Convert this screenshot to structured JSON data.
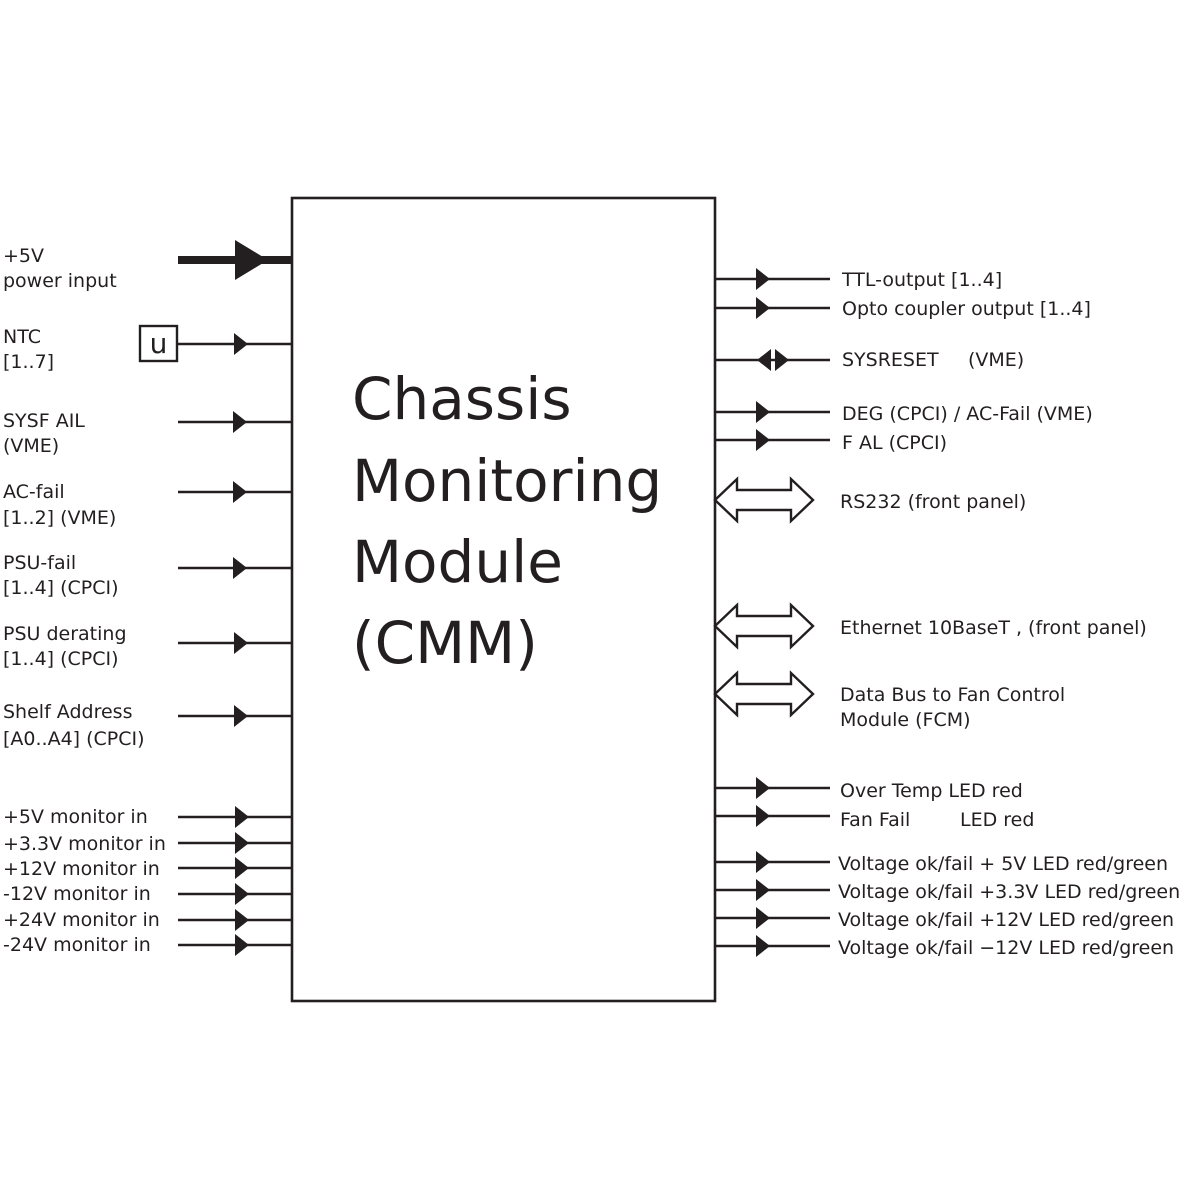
{
  "module": {
    "title_lines": [
      "Chassis",
      "Monitoring",
      "Module",
      "(CMM)"
    ]
  },
  "ntc_symbol": "u",
  "inputs": {
    "power": [
      "+5V",
      "power input"
    ],
    "ntc": [
      "NTC",
      "[1..7]"
    ],
    "sysfail": [
      "SYSF  AIL",
      "(VME)"
    ],
    "ac_fail": [
      "AC-fail",
      "[1..2]  (VME)"
    ],
    "psu_fail": [
      "PSU-fail",
      "[1..4]  (CPCI)"
    ],
    "psu_derating": [
      "PSU   derating",
      "[1..4]  (CPCI)"
    ],
    "shelf_address": [
      "Shelf  Address",
      "[A0..A4]  (CPCI)"
    ],
    "monitors": [
      "+5V monitor in",
      "+3.3V monitor in",
      "+12V monitor in",
      "-12V monitor in",
      "+24V monitor in",
      "-24V monitor in"
    ]
  },
  "outputs": {
    "ttl": "TTL-output  [1..4]",
    "opto": "Opto  coupler  output [1..4]",
    "sysreset": [
      "SYSRESET",
      "(VME)"
    ],
    "deg": "DEG  (CPCI)    / AC-Fail   (VME)",
    "fal": "F AL  (CPCI)",
    "rs232": "RS232   (front panel)",
    "ethernet": "Ethernet  10BaseT  ,  (front  panel)",
    "fcm_bus": [
      "Data  Bus  to Fan  Control",
      "Module  (FCM)"
    ],
    "over_temp": "Over  Temp  LED   red",
    "fan_fail": [
      "Fan  Fail",
      "LED  red"
    ],
    "voltage_leds": [
      "Voltage  ok/fail    + 5V  LED   red/green",
      "Voltage  ok/fail  +3.3V  LED   red/green",
      "Voltage  ok/fail   +12V  LED   red/green",
      "Voltage  ok/fail   −12V  LED   red/green"
    ]
  }
}
